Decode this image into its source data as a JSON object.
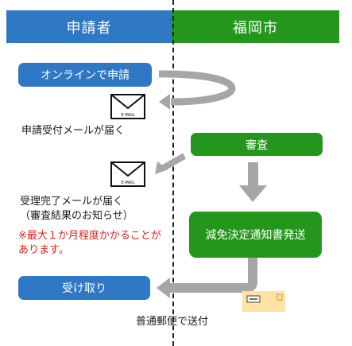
{
  "headers": {
    "left": "申請者",
    "right": "福岡市"
  },
  "applicant": {
    "apply_online": "オンラインで申請",
    "receipt_mail": "申請受付メールが届く",
    "completion_mail": "受理完了メールが届く",
    "completion_mail_sub": "（審査結果のお知らせ）",
    "note_line1": "※最大１か月程度かかることが",
    "note_line2": "あります。",
    "receive": "受け取り"
  },
  "city": {
    "review": "審査",
    "notice": "減免決定通知書発送",
    "postal": "普通郵便で送付"
  },
  "mail_icon_label": "E-MAIL",
  "colors": {
    "blue": "#2f78c5",
    "green": "#24961c",
    "arrow": "#a6a6a6",
    "envelope": "#fce3a4",
    "note": "#e0201b"
  }
}
